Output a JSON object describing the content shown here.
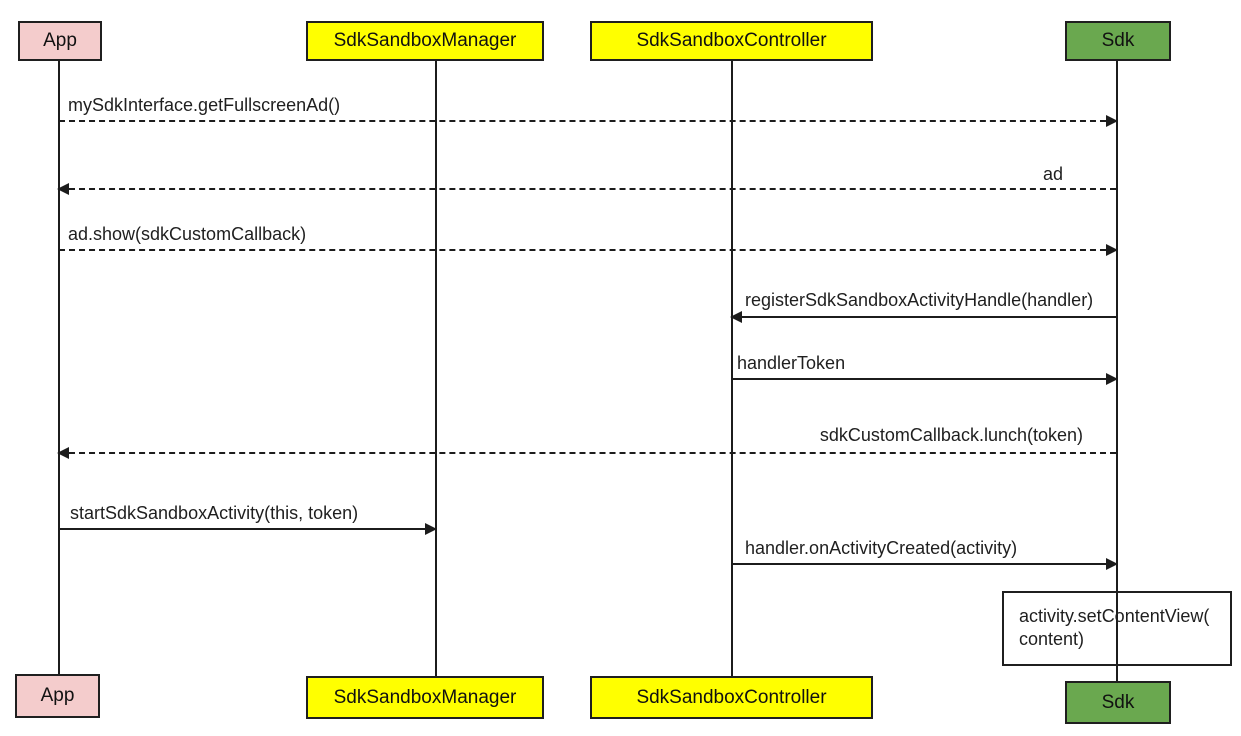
{
  "diagram": {
    "kind": "uml-sequence-diagram",
    "colors": {
      "app_box_fill": "#f4cccc",
      "manager_box_fill": "#ffff00",
      "controller_box_fill": "#ffff00",
      "sdk_box_fill": "#6aa84f",
      "line": "#1c1c1c",
      "background": "#ffffff"
    },
    "actors": [
      {
        "label": "App"
      },
      {
        "label": "SdkSandboxManager"
      },
      {
        "label": "SdkSandboxController"
      },
      {
        "label": "Sdk"
      }
    ],
    "messages": [
      {
        "label": "mySdkInterface.getFullscreenAd()",
        "from": "App",
        "to": "Sdk",
        "line": "dashed",
        "direction": "right"
      },
      {
        "label": "ad",
        "from": "Sdk",
        "to": "App",
        "line": "dashed",
        "direction": "left"
      },
      {
        "label": "ad.show(sdkCustomCallback)",
        "from": "App",
        "to": "Sdk",
        "line": "dashed",
        "direction": "right"
      },
      {
        "label": "registerSdkSandboxActivityHandle(handler)",
        "from": "Sdk",
        "to": "SdkSandboxController",
        "line": "solid",
        "direction": "left"
      },
      {
        "label": "handlerToken",
        "from": "SdkSandboxController",
        "to": "Sdk",
        "line": "solid",
        "direction": "right"
      },
      {
        "label": "sdkCustomCallback.lunch(token)",
        "from": "Sdk",
        "to": "App",
        "line": "dashed",
        "direction": "left"
      },
      {
        "label": "startSdkSandboxActivity(this, token)",
        "from": "App",
        "to": "SdkSandboxManager",
        "line": "solid",
        "direction": "right"
      },
      {
        "label": "handler.onActivityCreated(activity)",
        "from": "SdkSandboxController",
        "to": "Sdk",
        "line": "solid",
        "direction": "right"
      }
    ],
    "note": {
      "line1": "activity.setContentView(",
      "line2": "content)"
    }
  }
}
